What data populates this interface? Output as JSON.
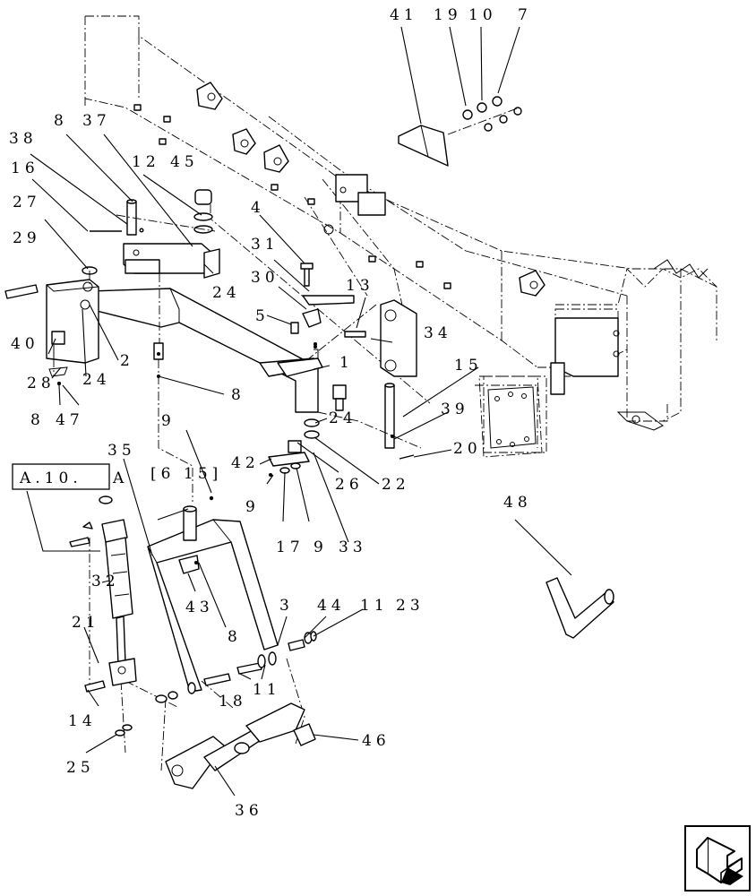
{
  "diagram": {
    "callouts": [
      {
        "id": "c41",
        "text": "41"
      },
      {
        "id": "c19",
        "text": "19"
      },
      {
        "id": "c10",
        "text": "10"
      },
      {
        "id": "c7",
        "text": "7"
      },
      {
        "id": "c38",
        "text": "38"
      },
      {
        "id": "c8a",
        "text": "8"
      },
      {
        "id": "c37",
        "text": "37"
      },
      {
        "id": "c12",
        "text": "12"
      },
      {
        "id": "c45",
        "text": "45"
      },
      {
        "id": "c16",
        "text": "16"
      },
      {
        "id": "c27",
        "text": "27"
      },
      {
        "id": "c29",
        "text": "29"
      },
      {
        "id": "c4",
        "text": "4"
      },
      {
        "id": "c31",
        "text": "31"
      },
      {
        "id": "c30",
        "text": "30"
      },
      {
        "id": "c13",
        "text": "13"
      },
      {
        "id": "c24a",
        "text": "24"
      },
      {
        "id": "c5",
        "text": "5"
      },
      {
        "id": "c34",
        "text": "34"
      },
      {
        "id": "c40",
        "text": "40"
      },
      {
        "id": "c2",
        "text": "2"
      },
      {
        "id": "c1",
        "text": "1"
      },
      {
        "id": "c28",
        "text": "28"
      },
      {
        "id": "c24b",
        "text": "24"
      },
      {
        "id": "c8b",
        "text": "8"
      },
      {
        "id": "c15",
        "text": "15"
      },
      {
        "id": "c8c",
        "text": "8"
      },
      {
        "id": "c47",
        "text": "47"
      },
      {
        "id": "c24c",
        "text": "24"
      },
      {
        "id": "c39",
        "text": "39"
      },
      {
        "id": "c9a",
        "text": "9"
      },
      {
        "id": "c20",
        "text": "20"
      },
      {
        "id": "c35",
        "text": "35"
      },
      {
        "id": "c42",
        "text": "42"
      },
      {
        "id": "c26",
        "text": "26"
      },
      {
        "id": "c22",
        "text": "22"
      },
      {
        "id": "c6",
        "text": "[6"
      },
      {
        "id": "c15b",
        "text": "15]"
      },
      {
        "id": "c9b",
        "text": "9"
      },
      {
        "id": "c48",
        "text": "48"
      },
      {
        "id": "c17",
        "text": "17"
      },
      {
        "id": "c9c",
        "text": "9"
      },
      {
        "id": "c33",
        "text": "33"
      },
      {
        "id": "c32",
        "text": "32"
      },
      {
        "id": "c43",
        "text": "43"
      },
      {
        "id": "c3",
        "text": "3"
      },
      {
        "id": "c44",
        "text": "44"
      },
      {
        "id": "c11a",
        "text": "11"
      },
      {
        "id": "c23",
        "text": "23"
      },
      {
        "id": "c8d",
        "text": "8"
      },
      {
        "id": "c21",
        "text": "21"
      },
      {
        "id": "c18",
        "text": "18"
      },
      {
        "id": "c11b",
        "text": "11"
      },
      {
        "id": "c14",
        "text": "14"
      },
      {
        "id": "c46",
        "text": "46"
      },
      {
        "id": "c25",
        "text": "25"
      },
      {
        "id": "c36",
        "text": "36"
      }
    ],
    "reference_box": {
      "label": "A.10.",
      "suffix": "A"
    }
  },
  "navigation": {
    "icon": "arrow-back-icon"
  },
  "colors": {
    "line": "#000000",
    "background": "#ffffff"
  }
}
